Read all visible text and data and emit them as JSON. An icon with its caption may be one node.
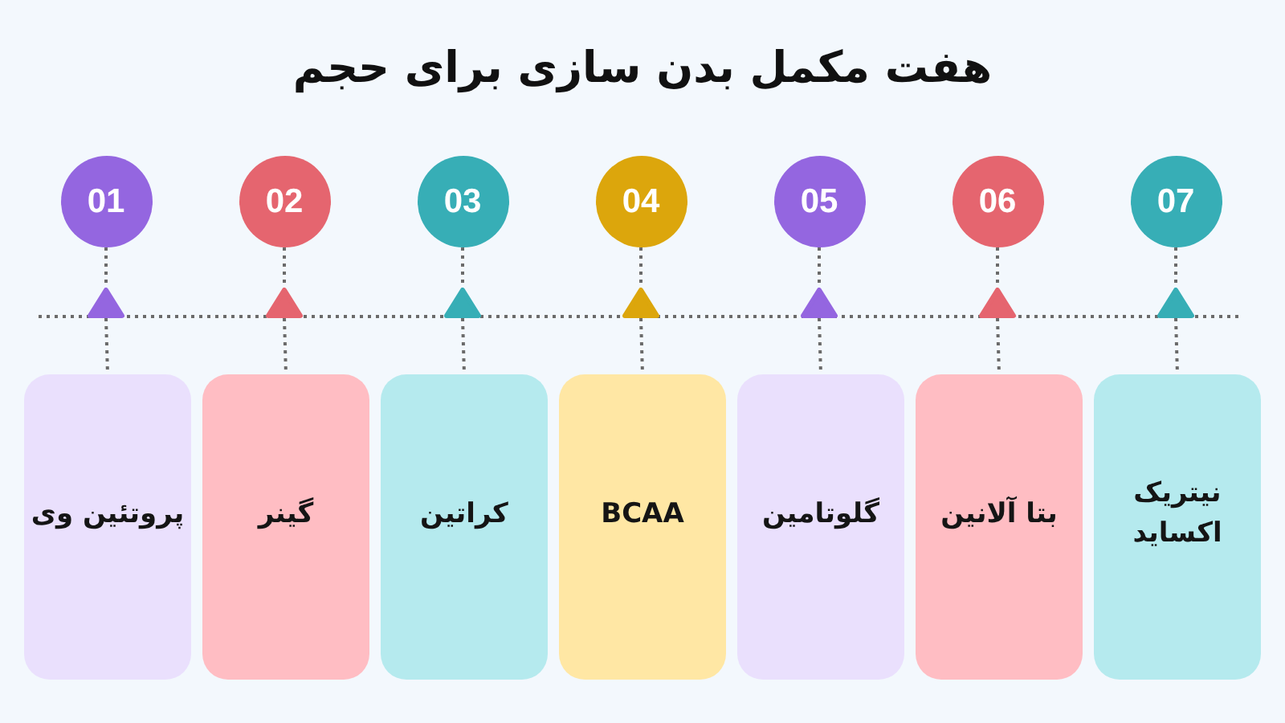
{
  "diagram": {
    "title": "هفت مکمل بدن سازی برای حجم",
    "nodes": [
      {
        "text": [
          "01"
        ]
      },
      {
        "text": [
          "02"
        ]
      },
      {
        "text": [
          "03"
        ]
      },
      {
        "text": [
          "04"
        ]
      },
      {
        "text": [
          "05"
        ]
      },
      {
        "text": [
          "06"
        ]
      },
      {
        "text": [
          "07"
        ]
      },
      {
        "text": [],
        "shape": "triangle"
      },
      {
        "text": [],
        "shape": "triangle"
      },
      {
        "text": [],
        "shape": "triangle"
      },
      {
        "text": [],
        "shape": "triangle"
      },
      {
        "text": [],
        "shape": "triangle"
      },
      {
        "text": [],
        "shape": "triangle"
      },
      {
        "text": [],
        "shape": "triangle"
      },
      {
        "text": [
          "پروتئین وی"
        ]
      },
      {
        "text": [
          "گینر"
        ]
      },
      {
        "text": [
          "کراتین"
        ]
      },
      {
        "text": [
          "BCAA"
        ]
      },
      {
        "text": [
          "گلوتامین"
        ]
      },
      {
        "text": [
          "بتا آلانین"
        ]
      },
      {
        "text": [
          "نیتریک اکساید"
        ]
      }
    ],
    "edges": [
      {
        "from": 0,
        "to": 7,
        "arrow": "none",
        "style": "dashed"
      },
      {
        "from": 7,
        "to": 14,
        "arrow": "none",
        "style": "dashed"
      },
      {
        "from": 1,
        "to": 8,
        "arrow": "none",
        "style": "dashed"
      },
      {
        "from": 8,
        "to": 15,
        "arrow": "none",
        "style": "dashed"
      },
      {
        "from": 2,
        "to": 9,
        "arrow": "none",
        "style": "dashed"
      },
      {
        "from": 9,
        "to": 16,
        "arrow": "none",
        "style": "dashed"
      },
      {
        "from": 3,
        "to": 10,
        "arrow": "none",
        "style": "dashed"
      },
      {
        "from": 10,
        "to": 17,
        "arrow": "none",
        "style": "dashed"
      },
      {
        "from": 4,
        "to": 11,
        "arrow": "none",
        "style": "dashed"
      },
      {
        "from": 11,
        "to": 18,
        "arrow": "none",
        "style": "dashed"
      },
      {
        "from": 5,
        "to": 12,
        "arrow": "none",
        "style": "dashed"
      },
      {
        "from": 12,
        "to": 19,
        "arrow": "none",
        "style": "dashed"
      },
      {
        "from": 6,
        "to": 13,
        "arrow": "none",
        "style": "dashed"
      },
      {
        "from": 13,
        "to": 20,
        "arrow": "none",
        "style": "dashed"
      }
    ]
  }
}
